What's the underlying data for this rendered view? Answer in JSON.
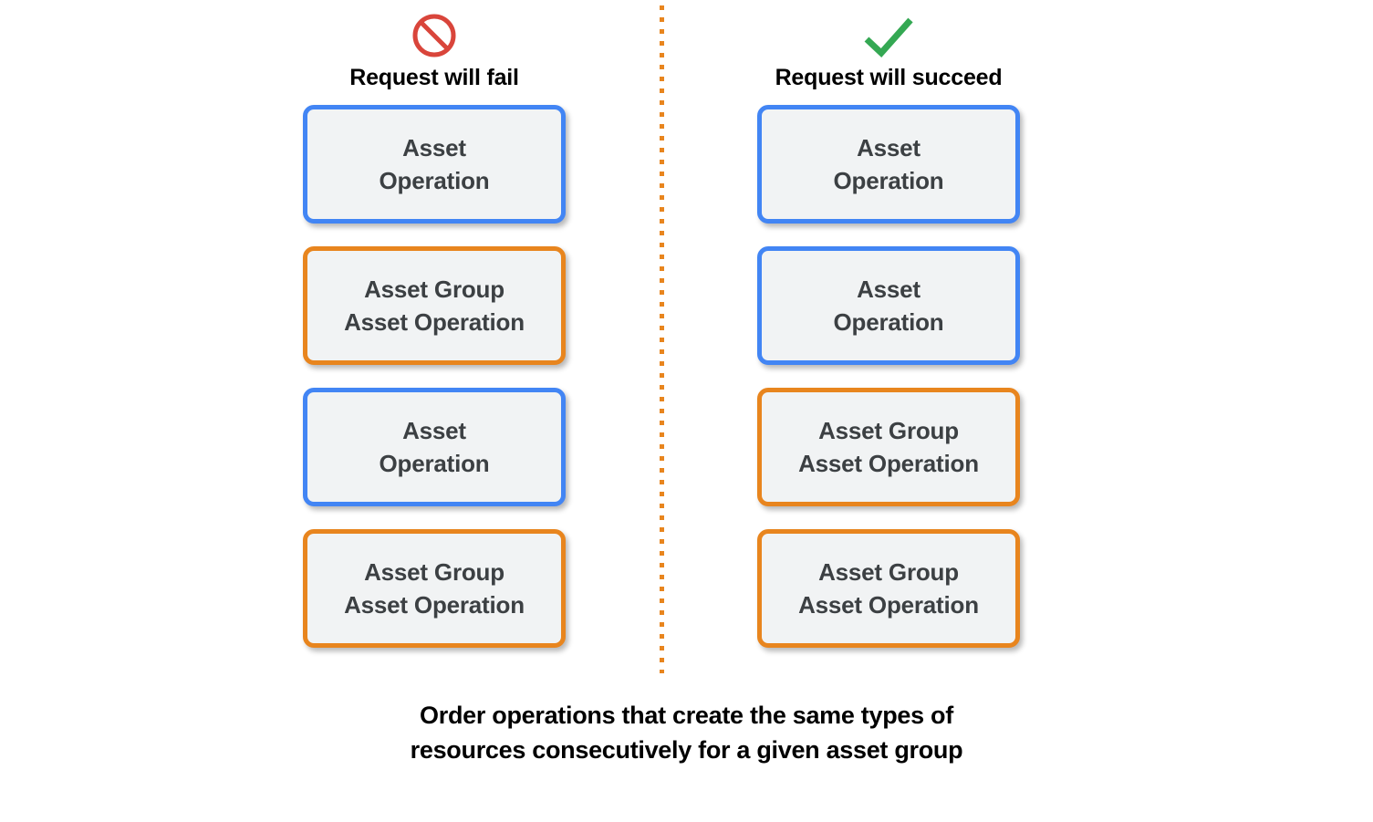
{
  "colors": {
    "blue_border": "#4285F4",
    "orange_border": "#E8851E",
    "box_fill": "#F1F3F4",
    "box_text": "#3C4043",
    "fail_icon": "#D9453B",
    "success_icon": "#34A853",
    "divider": "#E8851E",
    "caption_text": "#000000"
  },
  "columns": [
    {
      "id": "fail",
      "icon": "prohibited-icon",
      "icon_color": "#D9453B",
      "label": "Request will fail",
      "boxes": [
        {
          "text": "Asset\nOperation",
          "kind": "blue"
        },
        {
          "text": "Asset Group\nAsset Operation",
          "kind": "orange"
        },
        {
          "text": "Asset\nOperation",
          "kind": "blue"
        },
        {
          "text": "Asset Group\nAsset Operation",
          "kind": "orange"
        }
      ]
    },
    {
      "id": "succeed",
      "icon": "checkmark-icon",
      "icon_color": "#34A853",
      "label": "Request will succeed",
      "boxes": [
        {
          "text": "Asset\nOperation",
          "kind": "blue"
        },
        {
          "text": "Asset\nOperation",
          "kind": "blue"
        },
        {
          "text": "Asset Group\nAsset Operation",
          "kind": "orange"
        },
        {
          "text": "Asset Group\nAsset Operation",
          "kind": "orange"
        }
      ]
    }
  ],
  "caption": "Order operations that create the same types of\nresources consecutively for a given asset group"
}
